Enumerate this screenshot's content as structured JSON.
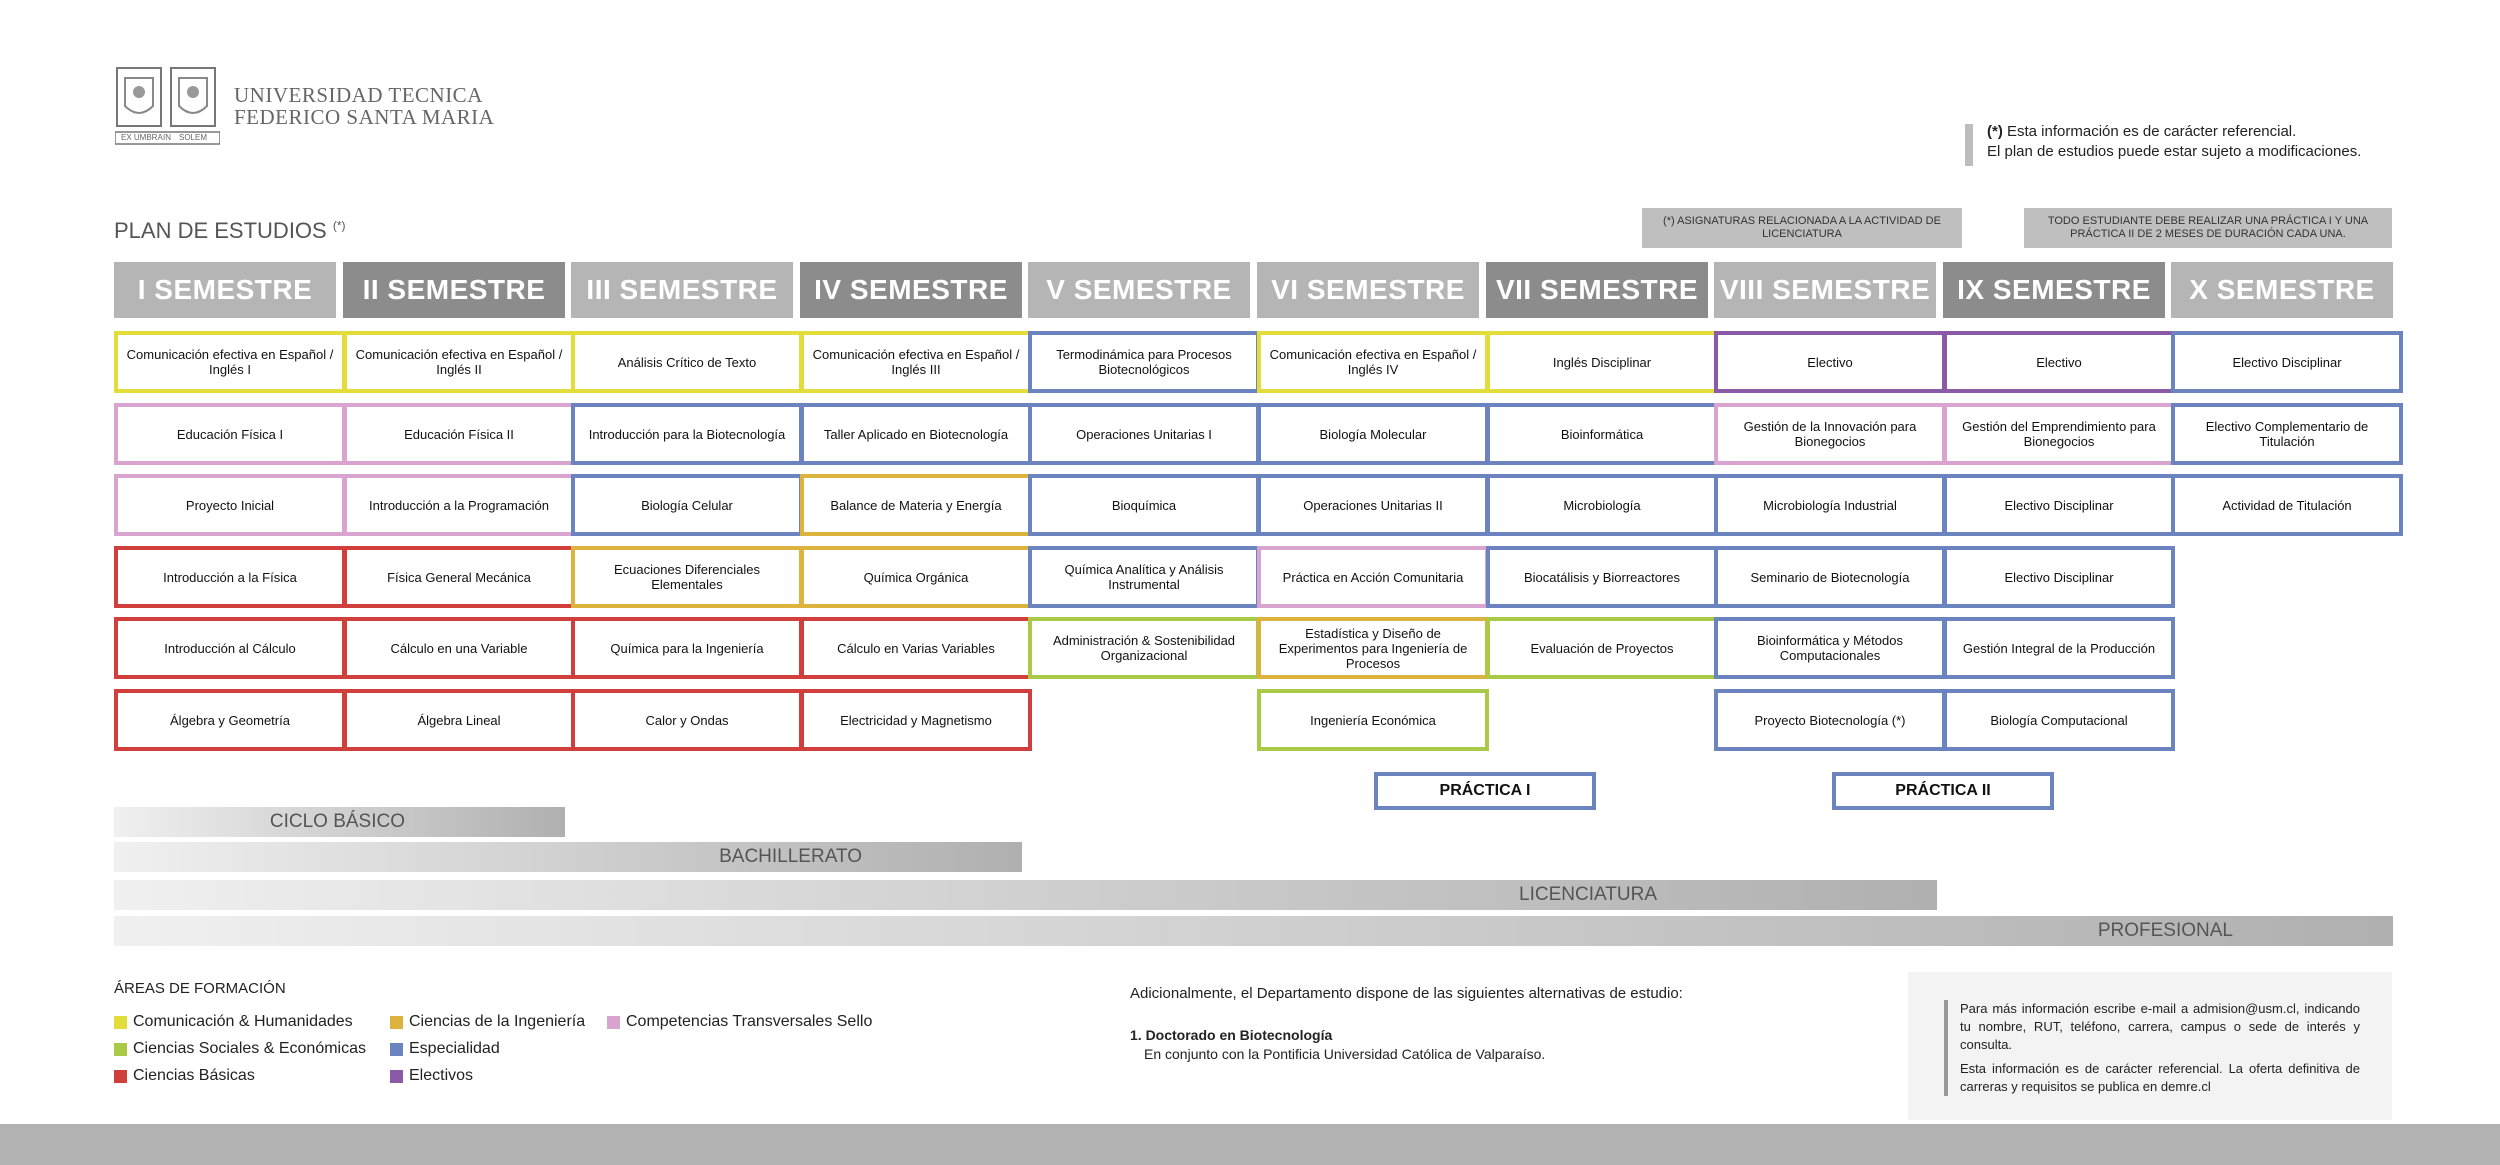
{
  "header": {
    "university_line1": "UNIVERSIDAD TECNICA",
    "university_line2": "FEDERICO SANTA MARIA",
    "logo_motto_left": "EX UMBRA",
    "logo_motto_mid": "IN",
    "logo_motto_right": "SOLEM",
    "notice_mark": "(*)",
    "notice_line1": "Esta información es de carácter referencial.",
    "notice_line2": "El plan de estudios puede estar sujeto a modificaciones."
  },
  "plan": {
    "title": "PLAN DE ESTUDIOS",
    "title_mark": "(*)",
    "note_licenciatura": "(*) ASIGNATURAS RELACIONADA A LA ACTIVIDAD DE LICENCIATURA",
    "note_practica": "TODO ESTUDIANTE DEBE REALIZAR UNA PRÁCTICA I Y UNA PRÁCTICA II DE 2 MESES DE DURACIÓN CADA UNA."
  },
  "colors": {
    "communication": "#e3dd3b",
    "social": "#a9c947",
    "basic": "#d03f3c",
    "engineering": "#dcb33c",
    "specialty": "#6b84c0",
    "electives": "#8a5aa6",
    "transversal": "#d9a4cf"
  },
  "semesters": [
    {
      "label": "I SEMESTRE",
      "tone": "light",
      "courses": [
        {
          "name": "Comunicación efectiva en Español / Inglés I",
          "area": "communication"
        },
        {
          "name": "Educación Física I",
          "area": "transversal"
        },
        {
          "name": "Proyecto Inicial",
          "area": "transversal"
        },
        {
          "name": "Introducción a la Física",
          "area": "basic"
        },
        {
          "name": "Introducción al Cálculo",
          "area": "basic"
        },
        {
          "name": "Álgebra y Geometría",
          "area": "basic"
        }
      ]
    },
    {
      "label": "II SEMESTRE",
      "tone": "dark",
      "courses": [
        {
          "name": "Comunicación efectiva en Español / Inglés II",
          "area": "communication"
        },
        {
          "name": "Educación Física II",
          "area": "transversal"
        },
        {
          "name": "Introducción a la Programación",
          "area": "transversal"
        },
        {
          "name": "Física General Mecánica",
          "area": "basic"
        },
        {
          "name": "Cálculo en una Variable",
          "area": "basic"
        },
        {
          "name": "Álgebra Lineal",
          "area": "basic"
        }
      ]
    },
    {
      "label": "III SEMESTRE",
      "tone": "light",
      "courses": [
        {
          "name": "Análisis Crítico de Texto",
          "area": "communication"
        },
        {
          "name": "Introducción para la Biotecnología",
          "area": "specialty"
        },
        {
          "name": "Biología Celular",
          "area": "specialty"
        },
        {
          "name": "Ecuaciones Diferenciales Elementales",
          "area": "engineering"
        },
        {
          "name": "Química para la Ingeniería",
          "area": "basic"
        },
        {
          "name": "Calor y Ondas",
          "area": "basic"
        }
      ]
    },
    {
      "label": "IV SEMESTRE",
      "tone": "dark",
      "courses": [
        {
          "name": "Comunicación efectiva en Español / Inglés III",
          "area": "communication"
        },
        {
          "name": "Taller Aplicado en Biotecnología",
          "area": "specialty"
        },
        {
          "name": "Balance de Materia y Energía",
          "area": "engineering"
        },
        {
          "name": "Química Orgánica",
          "area": "engineering"
        },
        {
          "name": "Cálculo en Varias Variables",
          "area": "basic"
        },
        {
          "name": "Electricidad y Magnetismo",
          "area": "basic"
        }
      ]
    },
    {
      "label": "V SEMESTRE",
      "tone": "light",
      "courses": [
        {
          "name": "Termodinámica para Procesos Biotecnológicos",
          "area": "specialty"
        },
        {
          "name": "Operaciones Unitarias I",
          "area": "specialty"
        },
        {
          "name": "Bioquímica",
          "area": "specialty"
        },
        {
          "name": "Química Analítica y Análisis Instrumental",
          "area": "specialty"
        },
        {
          "name": "Administración & Sostenibilidad Organizacional",
          "area": "social"
        }
      ]
    },
    {
      "label": "VI SEMESTRE",
      "tone": "light",
      "courses": [
        {
          "name": "Comunicación efectiva en Español / Inglés IV",
          "area": "communication"
        },
        {
          "name": "Biología Molecular",
          "area": "specialty"
        },
        {
          "name": "Operaciones Unitarias II",
          "area": "specialty"
        },
        {
          "name": "Práctica en Acción Comunitaria",
          "area": "transversal"
        },
        {
          "name": "Estadística y Diseño de Experimentos para Ingeniería de Procesos",
          "area": "engineering"
        },
        {
          "name": "Ingeniería Económica",
          "area": "social"
        }
      ]
    },
    {
      "label": "VII SEMESTRE",
      "tone": "dark",
      "courses": [
        {
          "name": "Inglés Disciplinar",
          "area": "communication"
        },
        {
          "name": "Bioinformática",
          "area": "specialty"
        },
        {
          "name": "Microbiología",
          "area": "specialty"
        },
        {
          "name": "Biocatálisis y Biorreactores",
          "area": "specialty"
        },
        {
          "name": "Evaluación de Proyectos",
          "area": "social"
        }
      ]
    },
    {
      "label": "VIII SEMESTRE",
      "tone": "light",
      "courses": [
        {
          "name": "Electivo",
          "area": "electives"
        },
        {
          "name": "Gestión de la Innovación para Bionegocios",
          "area": "transversal"
        },
        {
          "name": "Microbiología Industrial",
          "area": "specialty"
        },
        {
          "name": "Seminario de Biotecnología",
          "area": "specialty"
        },
        {
          "name": "Bioinformática y Métodos Computacionales",
          "area": "specialty"
        },
        {
          "name": "Proyecto Biotecnología (*)",
          "area": "specialty"
        }
      ]
    },
    {
      "label": "IX SEMESTRE",
      "tone": "dark",
      "courses": [
        {
          "name": "Electivo",
          "area": "electives"
        },
        {
          "name": "Gestión del Emprendimiento para Bionegocios",
          "area": "transversal"
        },
        {
          "name": "Electivo Disciplinar",
          "area": "specialty"
        },
        {
          "name": "Electivo Disciplinar",
          "area": "specialty"
        },
        {
          "name": "Gestión Integral de la Producción",
          "area": "specialty"
        },
        {
          "name": "Biología Computacional",
          "area": "specialty"
        }
      ]
    },
    {
      "label": "X SEMESTRE",
      "tone": "light",
      "courses": [
        {
          "name": "Electivo Disciplinar",
          "area": "specialty"
        },
        {
          "name": "Electivo Complementario de Titulación",
          "area": "specialty"
        },
        {
          "name": "Actividad de Titulación",
          "area": "specialty"
        }
      ]
    }
  ],
  "practicas": {
    "practica1": "PRÁCTICA I",
    "practica2": "PRÁCTICA II"
  },
  "cycles": {
    "basico": "CICLO BÁSICO",
    "bachillerato": "BACHILLERATO",
    "licenciatura": "LICENCIATURA",
    "profesional": "PROFESIONAL"
  },
  "legend": {
    "title": "ÁREAS DE FORMACIÓN",
    "communication": "Comunicación & Humanidades",
    "engineering": "Ciencias de la Ingeniería",
    "transversal": "Competencias Transversales Sello",
    "social": "Ciencias Sociales & Económicas",
    "specialty": "Especialidad",
    "basic": "Ciencias Básicas",
    "electives": "Electivos"
  },
  "extra": {
    "intro": "Adicionalmente, el Departamento dispone de las siguientes alternativas de estudio:",
    "item1_title": "1. Doctorado en Biotecnología",
    "item1_desc": "En conjunto con la Pontificia Universidad Católica de Valparaíso."
  },
  "info": {
    "para1": "Para más información escribe e-mail a admision@usm.cl, indicando tu nombre, RUT, teléfono, carrera, campus o sede de interés y consulta.",
    "para2": "Esta información es de carácter referencial. La oferta definitiva de carreras y requisitos se publica en demre.cl"
  }
}
